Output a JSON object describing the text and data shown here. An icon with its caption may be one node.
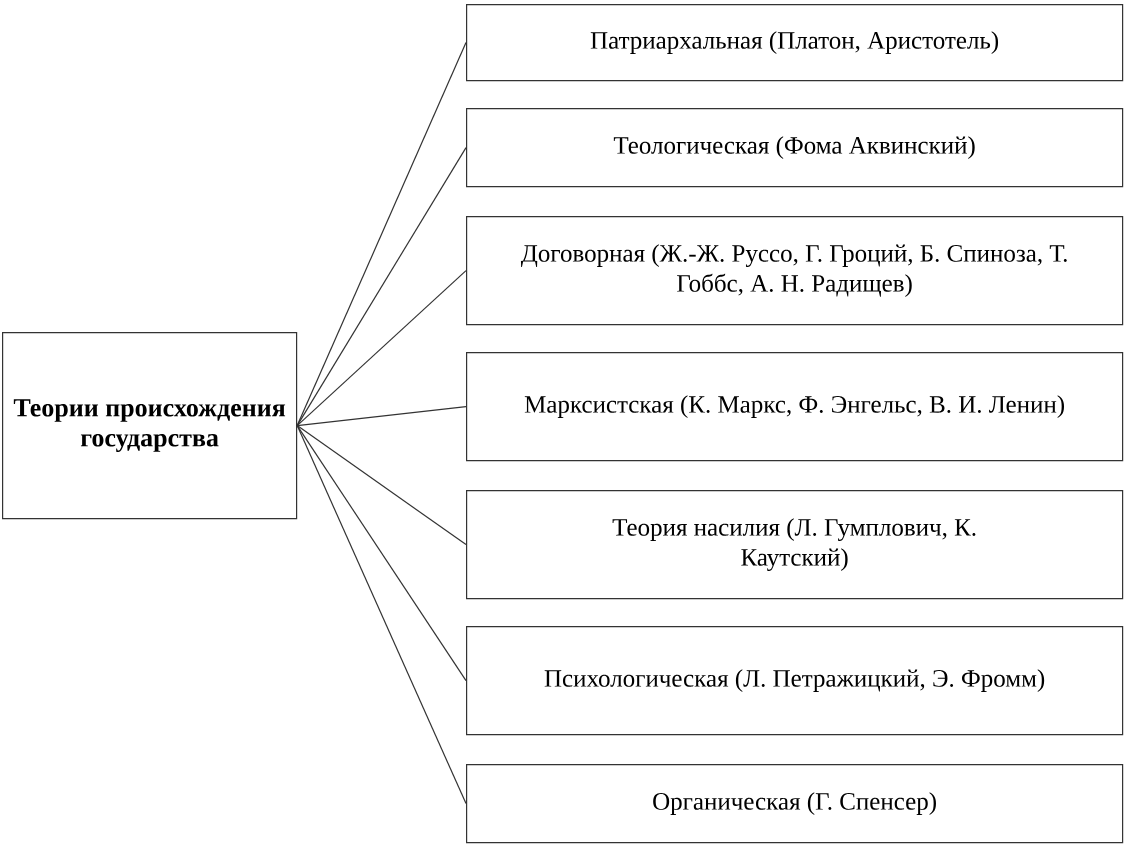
{
  "diagram": {
    "nodes": [
      {
        "text": [
          "Теории происхождения государства"
        ]
      },
      {
        "text": [
          "Патриархальная (Платон, Аристотель)"
        ]
      },
      {
        "text": [
          "Теологическая (Фома Аквинский)"
        ]
      },
      {
        "text": [
          "Договорная (Ж.-Ж. Руссо, Г. Гроций, Б. Спиноза, Т. Гоббс, А. Н. Радищев)"
        ]
      },
      {
        "text": [
          "Марксистская (К. Маркс, Ф. Энгельс, В. И. Ленин)"
        ]
      },
      {
        "text": [
          "Теория насилия (Л. Гумплович, К. Каутский)"
        ]
      },
      {
        "text": [
          "Психологическая (Л. Петражицкий, Э. Фромм)"
        ]
      },
      {
        "text": [
          "Органическая (Г. Спенсер)"
        ]
      }
    ],
    "edges": [
      {
        "from": 0,
        "to": 1,
        "arrow": "none"
      },
      {
        "from": 0,
        "to": 2,
        "arrow": "none"
      },
      {
        "from": 0,
        "to": 3,
        "arrow": "none"
      },
      {
        "from": 0,
        "to": 4,
        "arrow": "none"
      },
      {
        "from": 0,
        "to": 5,
        "arrow": "none"
      },
      {
        "from": 0,
        "to": 6,
        "arrow": "none"
      },
      {
        "from": 0,
        "to": 7,
        "arrow": "none"
      }
    ]
  }
}
